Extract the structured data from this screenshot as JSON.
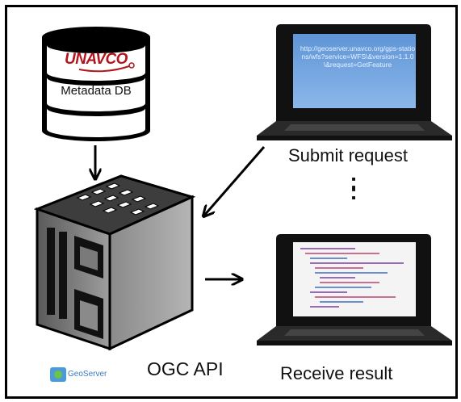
{
  "diagram": {
    "database": {
      "logo_text": "UNAVCO",
      "label": "Metadata DB"
    },
    "client_request": {
      "url_text": "http://geoserver.unavco.org/gps-stations/wfs?service=WFS\\&version=1.1.0\\&request=GetFeature",
      "label": "Submit request"
    },
    "ellipsis": ":",
    "server": {
      "label": "OGC API",
      "logo_text": "GeoServer"
    },
    "client_result": {
      "label": "Receive result"
    }
  }
}
